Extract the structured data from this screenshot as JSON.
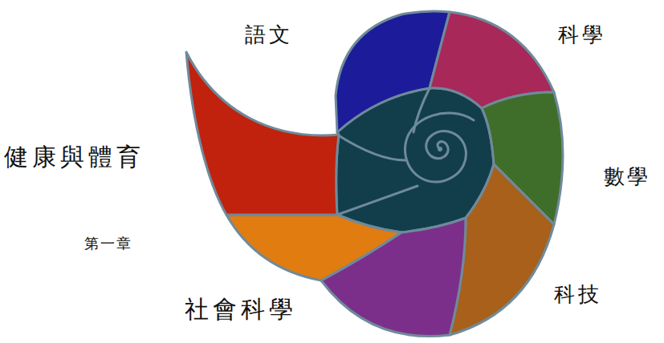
{
  "diagram": {
    "labels": [
      "語文",
      "科學",
      "健康與體育",
      "數學",
      "第一章",
      "社會科學",
      "科技"
    ]
  }
}
